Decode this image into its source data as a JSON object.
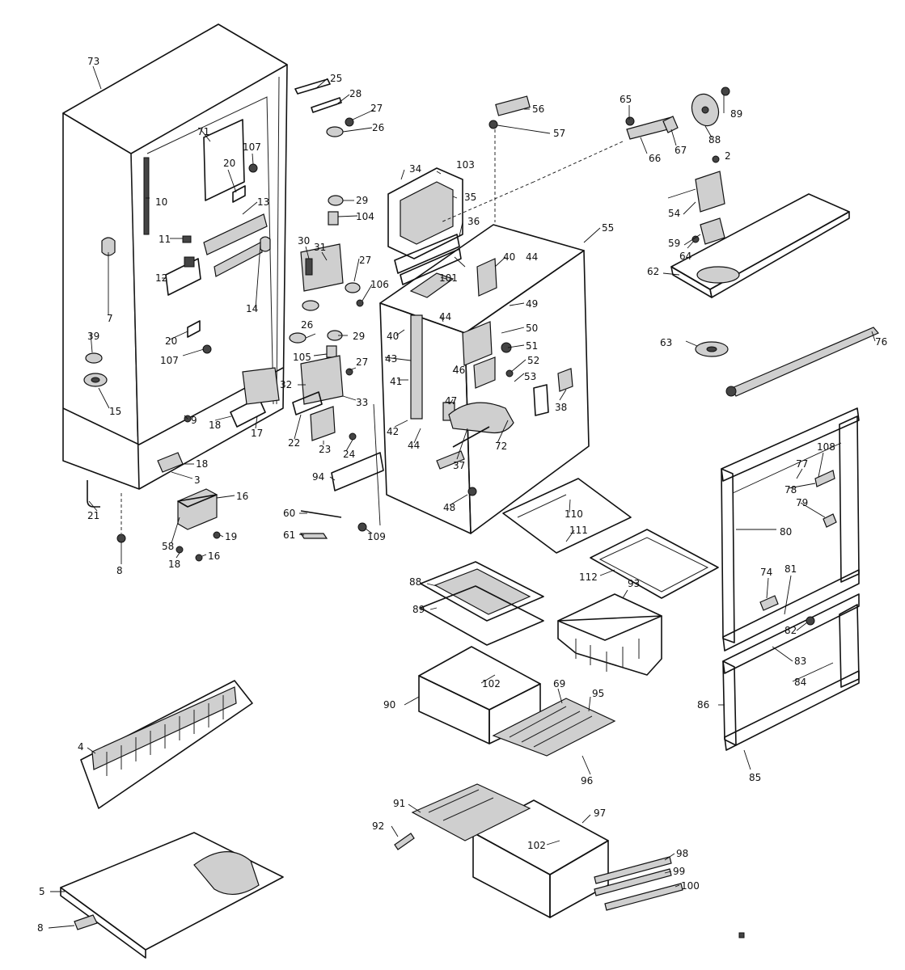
{
  "labels": {
    "l73": "73",
    "l25": "25",
    "l28": "28",
    "l27a": "27",
    "l26a": "26",
    "l56": "56",
    "l57": "57",
    "l65a": "65",
    "l89": "89",
    "l88a": "88",
    "l67": "67",
    "l66": "66",
    "l2": "2",
    "l107a": "107",
    "l20a": "20",
    "l71": "71",
    "l10": "10",
    "l13": "13",
    "l11": "11",
    "l12": "12",
    "l30": "30",
    "l31": "31",
    "l29a": "29",
    "l104": "104",
    "l27b": "27",
    "l106": "106",
    "l34": "34",
    "l103": "103",
    "l35": "35",
    "l36": "36",
    "l55": "55",
    "l54": "54",
    "l59": "59",
    "l64": "64",
    "l62": "62",
    "l63": "63",
    "l76": "76",
    "l7": "7",
    "l14": "14",
    "l39": "39",
    "l20b": "20",
    "l107b": "107",
    "l15": "15",
    "l40a": "40",
    "l101": "101",
    "l44a": "44",
    "l49": "49",
    "l44b": "44",
    "l40b": "40",
    "l50": "50",
    "l51": "51",
    "l26b": "26",
    "l29b": "29",
    "l105": "105",
    "l27c": "27",
    "l43": "43",
    "l52": "52",
    "l46": "46",
    "l53": "53",
    "l38": "38",
    "l41": "41",
    "l47": "47",
    "l42": "42",
    "l44c": "44",
    "l72": "72",
    "l37": "37",
    "l32": "32",
    "l33": "33",
    "l9": "9",
    "l18a": "18",
    "l17": "17",
    "l22": "22",
    "l23": "23",
    "l24": "24",
    "l18b": "18",
    "l3": "3",
    "l94": "94",
    "l16a": "16",
    "l19": "19",
    "l18c": "18",
    "l16b": "16",
    "l58": "58",
    "l60a": "60",
    "l61": "61",
    "l109": "109",
    "l48": "48",
    "l21": "21",
    "l8a": "8",
    "l110": "110",
    "l111": "111",
    "l112": "112",
    "l108": "108",
    "l77": "77",
    "l78": "78",
    "l79": "79",
    "l80": "80",
    "l74": "74",
    "l81": "81",
    "l82": "82",
    "l83": "83",
    "l84": "84",
    "l88b": "88",
    "l89b": "89",
    "l93": "93",
    "l102a": "102",
    "l90": "90",
    "l69": "69",
    "l95": "95",
    "l96": "96",
    "l86": "86",
    "l85": "85",
    "l4": "4",
    "l91": "91",
    "l92": "92",
    "l97": "97",
    "l102b": "102",
    "l98": "98",
    "l99": "99",
    "l100": "100",
    "l5": "5",
    "l8b": "8"
  }
}
